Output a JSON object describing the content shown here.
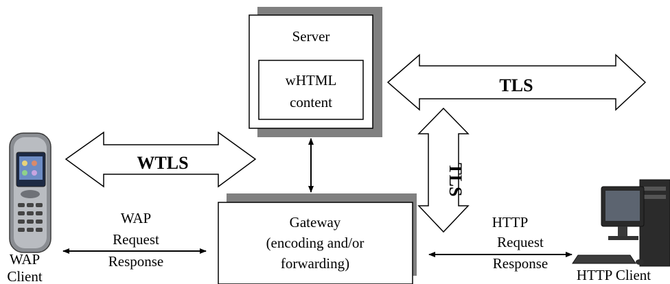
{
  "server": {
    "title": "Server",
    "content_line1": "wHTML",
    "content_line2": "content"
  },
  "gateway": {
    "line1": "Gateway",
    "line2": "(encoding and/or",
    "line3": "forwarding)"
  },
  "arrows": {
    "wtls": "WTLS",
    "tls_horizontal": "TLS",
    "tls_vertical": "TLS"
  },
  "wap_link": {
    "line1": "WAP",
    "line2": "Request",
    "line3": "Response"
  },
  "http_link": {
    "line1": "HTTP",
    "line2": "Request",
    "line3": "Response"
  },
  "wap_client": {
    "line1": "WAP",
    "line2": "Client",
    "icon": "mobile-phone-icon"
  },
  "http_client": {
    "label": "HTTP Client",
    "icon": "desktop-computer-icon"
  },
  "colors": {
    "shadow": "#808080",
    "stroke": "#000000",
    "background": "#ffffff"
  }
}
